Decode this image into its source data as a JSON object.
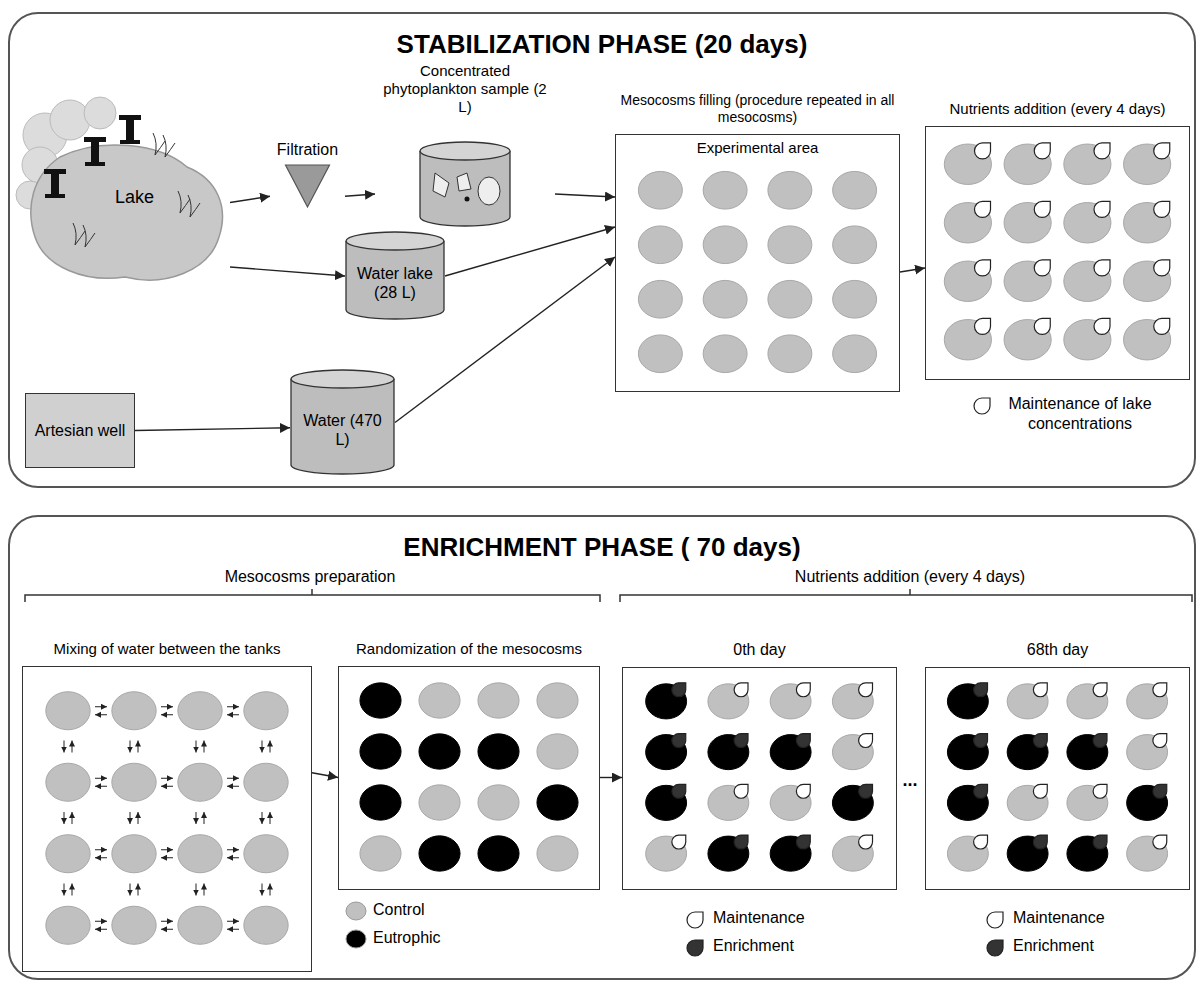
{
  "diagram": {
    "nodes": [
      {
        "text": [
          "STABILIZATION PHASE (20 days)"
        ]
      },
      {
        "text": [
          "Lake"
        ],
        "in": 0
      },
      {
        "text": [
          "Filtration"
        ],
        "in": 0
      },
      {
        "text": [
          "Concentrated phytoplankton sample (2 L)"
        ],
        "in": 0
      },
      {
        "text": [
          "Water lake (28 L)"
        ],
        "in": 0
      },
      {
        "text": [
          "Artesian well"
        ],
        "in": 0
      },
      {
        "text": [
          "Water (470 L)"
        ],
        "in": 0
      },
      {
        "text": [
          "Mesocosms filling (procedure repeated in all mesocosms)",
          "Experimental area"
        ],
        "in": 0
      },
      {
        "text": [
          "Nutrients addition (every 4 days)"
        ],
        "in": 0
      },
      {
        "text": [
          "ENRICHMENT PHASE ( 70 days)"
        ]
      },
      {
        "text": [
          "Mixing of water between the tanks"
        ],
        "in": 9
      },
      {
        "text": [
          "Randomization of the mesocosms"
        ],
        "in": 9
      },
      {
        "text": [
          "0th day"
        ],
        "in": 9
      },
      {
        "text": [
          "68th day"
        ],
        "in": 9
      }
    ],
    "edges": [
      {
        "from": 1,
        "to": 2,
        "arrow": "to"
      },
      {
        "from": 2,
        "to": 3,
        "arrow": "to"
      },
      {
        "from": 1,
        "to": 4,
        "arrow": "to"
      },
      {
        "from": 3,
        "to": 7,
        "arrow": "to"
      },
      {
        "from": 4,
        "to": 7,
        "arrow": "to"
      },
      {
        "from": 5,
        "to": 6,
        "arrow": "to"
      },
      {
        "from": 6,
        "to": 7,
        "arrow": "to"
      },
      {
        "from": 7,
        "to": 8,
        "arrow": "to"
      },
      {
        "from": 10,
        "to": 11,
        "arrow": "to"
      },
      {
        "from": 11,
        "to": 12,
        "arrow": "to"
      }
    ],
    "labels": [
      "Mesocosms preparation",
      "Nutrients addition (every 4 days)",
      "..."
    ],
    "legend": [
      {
        "text": "Maintenance of lake concentrations"
      },
      {
        "text": "Control",
        "color": "#c0c0c0"
      },
      {
        "text": "Eutrophic",
        "color": "#000000"
      },
      {
        "text": "Maintenance"
      },
      {
        "text": "Enrichment"
      },
      {
        "text": "Maintenance"
      },
      {
        "text": "Enrichment"
      }
    ]
  }
}
